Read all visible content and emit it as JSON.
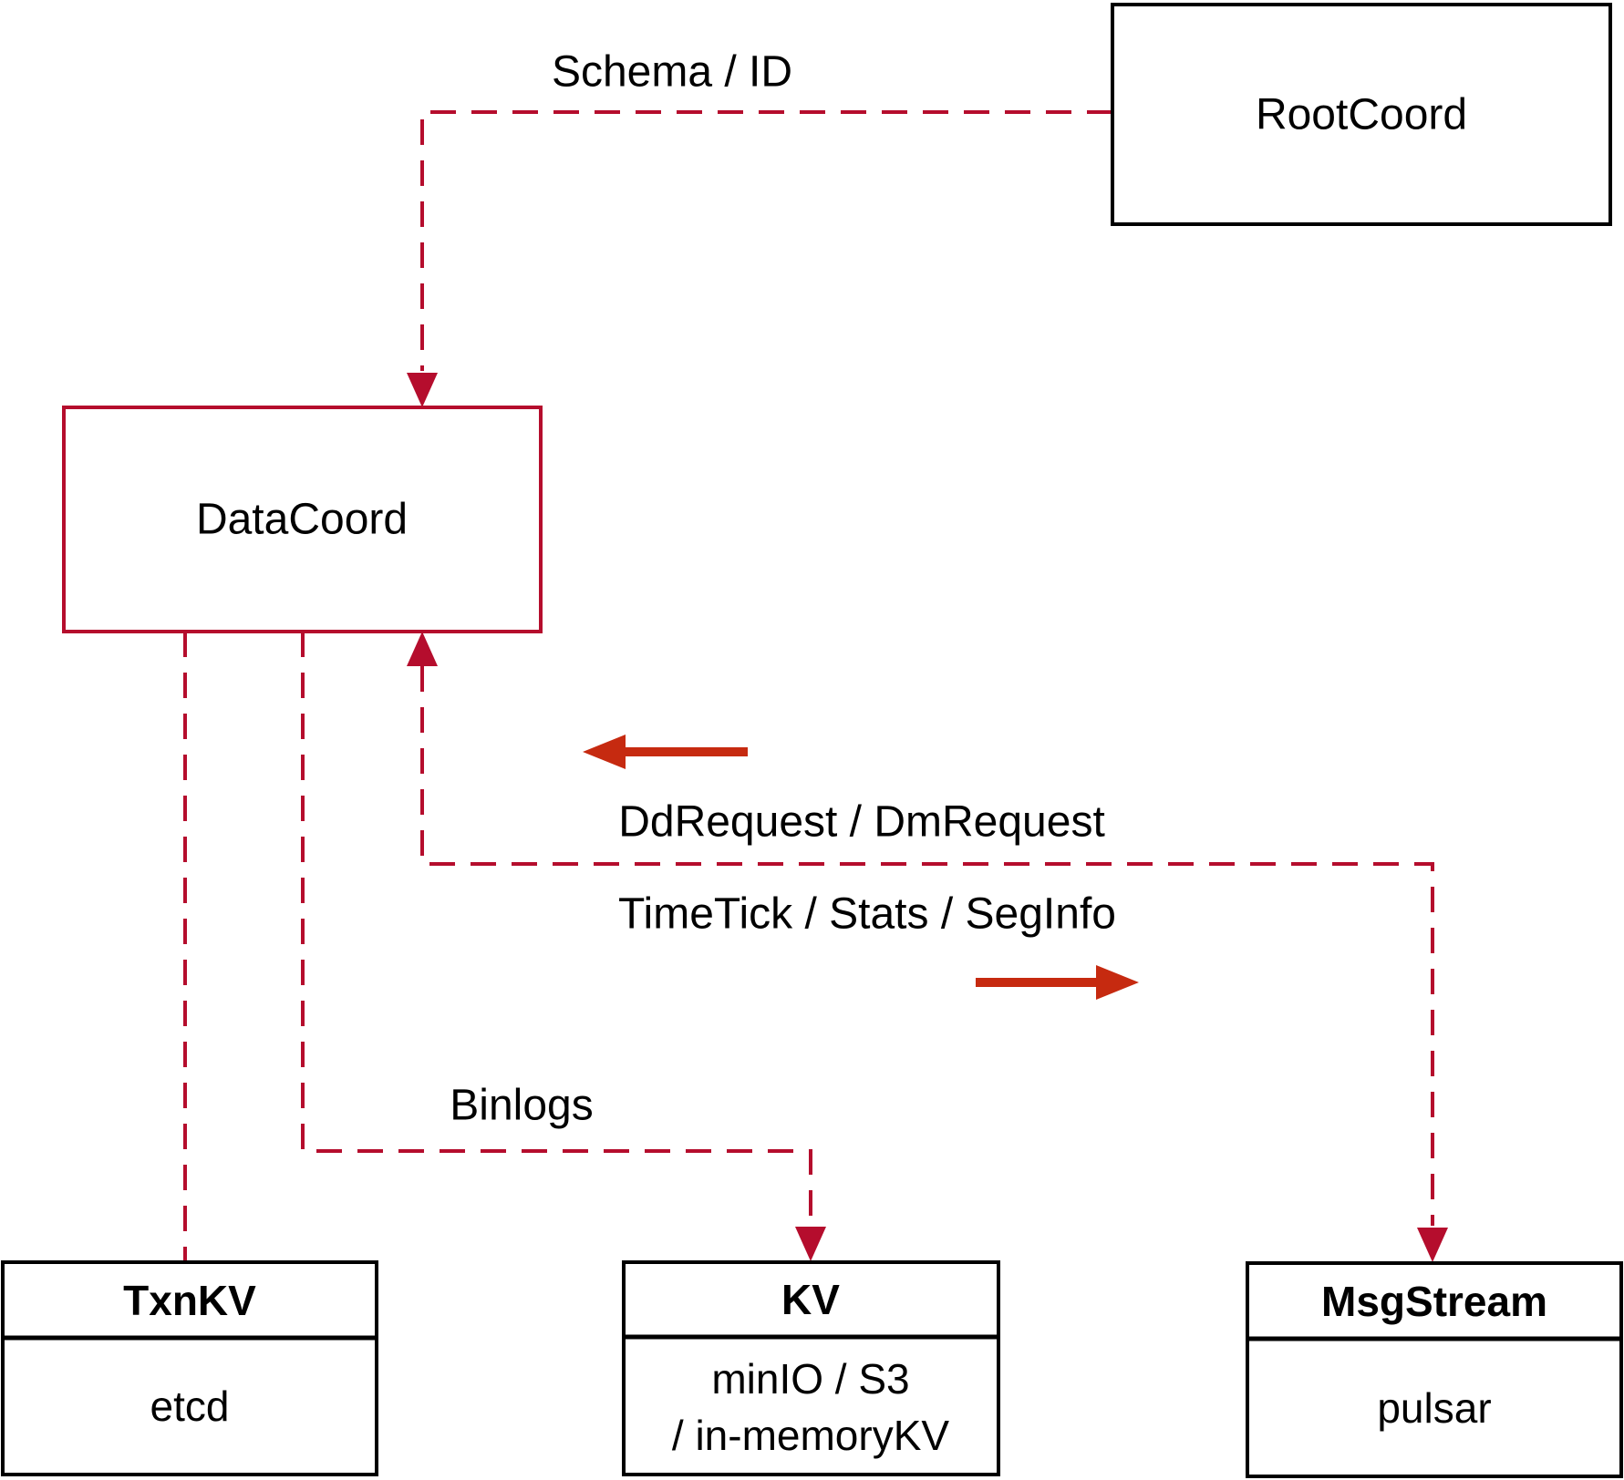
{
  "diagram": {
    "colors": {
      "connector_red": "#B50D2D",
      "solid_arrow_red": "#C62A10",
      "box_border_black": "#000000",
      "text_black": "#000000",
      "background": "#FFFFFF"
    },
    "nodes": {
      "rootcoord": {
        "label": "RootCoord"
      },
      "datacoord": {
        "label": "DataCoord"
      },
      "txnkv": {
        "header": "TxnKV",
        "body": "etcd"
      },
      "kv": {
        "header": "KV",
        "body_line1": "minIO / S3",
        "body_line2": "/ in-memoryKV"
      },
      "msgstream": {
        "header": "MsgStream",
        "body": "pulsar"
      }
    },
    "edges": {
      "schema_id": {
        "label": "Schema / ID",
        "from": "RootCoord",
        "to": "DataCoord",
        "style": "dashed-arrow"
      },
      "datacoord_txnkv": {
        "from": "DataCoord",
        "to": "TxnKV",
        "style": "dashed"
      },
      "binlogs": {
        "label": "Binlogs",
        "from": "DataCoord",
        "to": "KV",
        "style": "dashed-arrow"
      },
      "feedback": {
        "label_toward_datacoord": "DdRequest / DmRequest",
        "label_toward_msgstream": "TimeTick / Stats / SegInfo",
        "from": "DataCoord",
        "to": "MsgStream",
        "style": "dashed-double-arrow"
      }
    }
  }
}
